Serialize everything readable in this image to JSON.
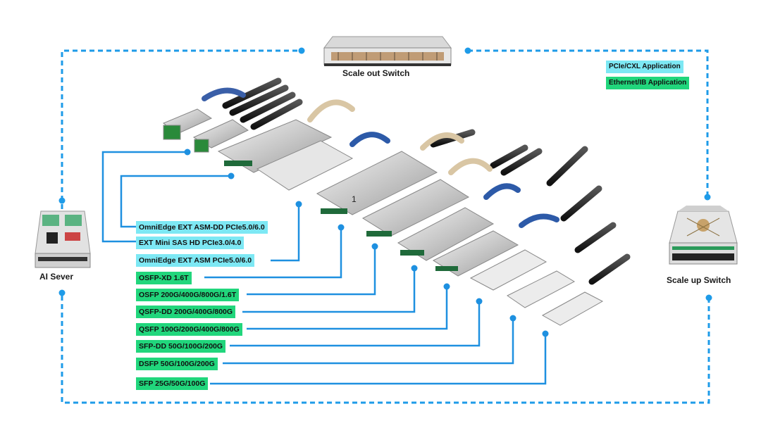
{
  "devices": {
    "scale_out": "Scale out Switch",
    "scale_up": "Scale up Switch",
    "ai_server": "AI Sever"
  },
  "legend": {
    "pcie": "PCIe/CXL Application",
    "ethernet": "Ethernet/IB Application"
  },
  "marker": "1",
  "colors": {
    "pcie": "#7de8f4",
    "ethernet": "#21d67c",
    "wire": "#1e90e0",
    "dashed_border": "#1e9be8"
  },
  "products": [
    {
      "label": "OmniEdge EXT ASM-DD PCIe5.0/6.0",
      "type": "pcie"
    },
    {
      "label": "EXT Mini SAS HD PCIe3.0/4.0",
      "type": "pcie"
    },
    {
      "label": "OmniEdge EXT ASM PCIe5.0/6.0",
      "type": "pcie"
    },
    {
      "label": "OSFP-XD 1.6T",
      "type": "ethernet"
    },
    {
      "label": "OSFP 200G/400G/800G/1.6T",
      "type": "ethernet"
    },
    {
      "label": "QSFP-DD 200G/400G/800G",
      "type": "ethernet"
    },
    {
      "label": "QSFP 100G/200G/400G/800G",
      "type": "ethernet"
    },
    {
      "label": "SFP-DD 50G/100G/200G",
      "type": "ethernet"
    },
    {
      "label": "DSFP 50G/100G/200G",
      "type": "ethernet"
    },
    {
      "label": "SFP 25G/50G/100G",
      "type": "ethernet"
    }
  ]
}
